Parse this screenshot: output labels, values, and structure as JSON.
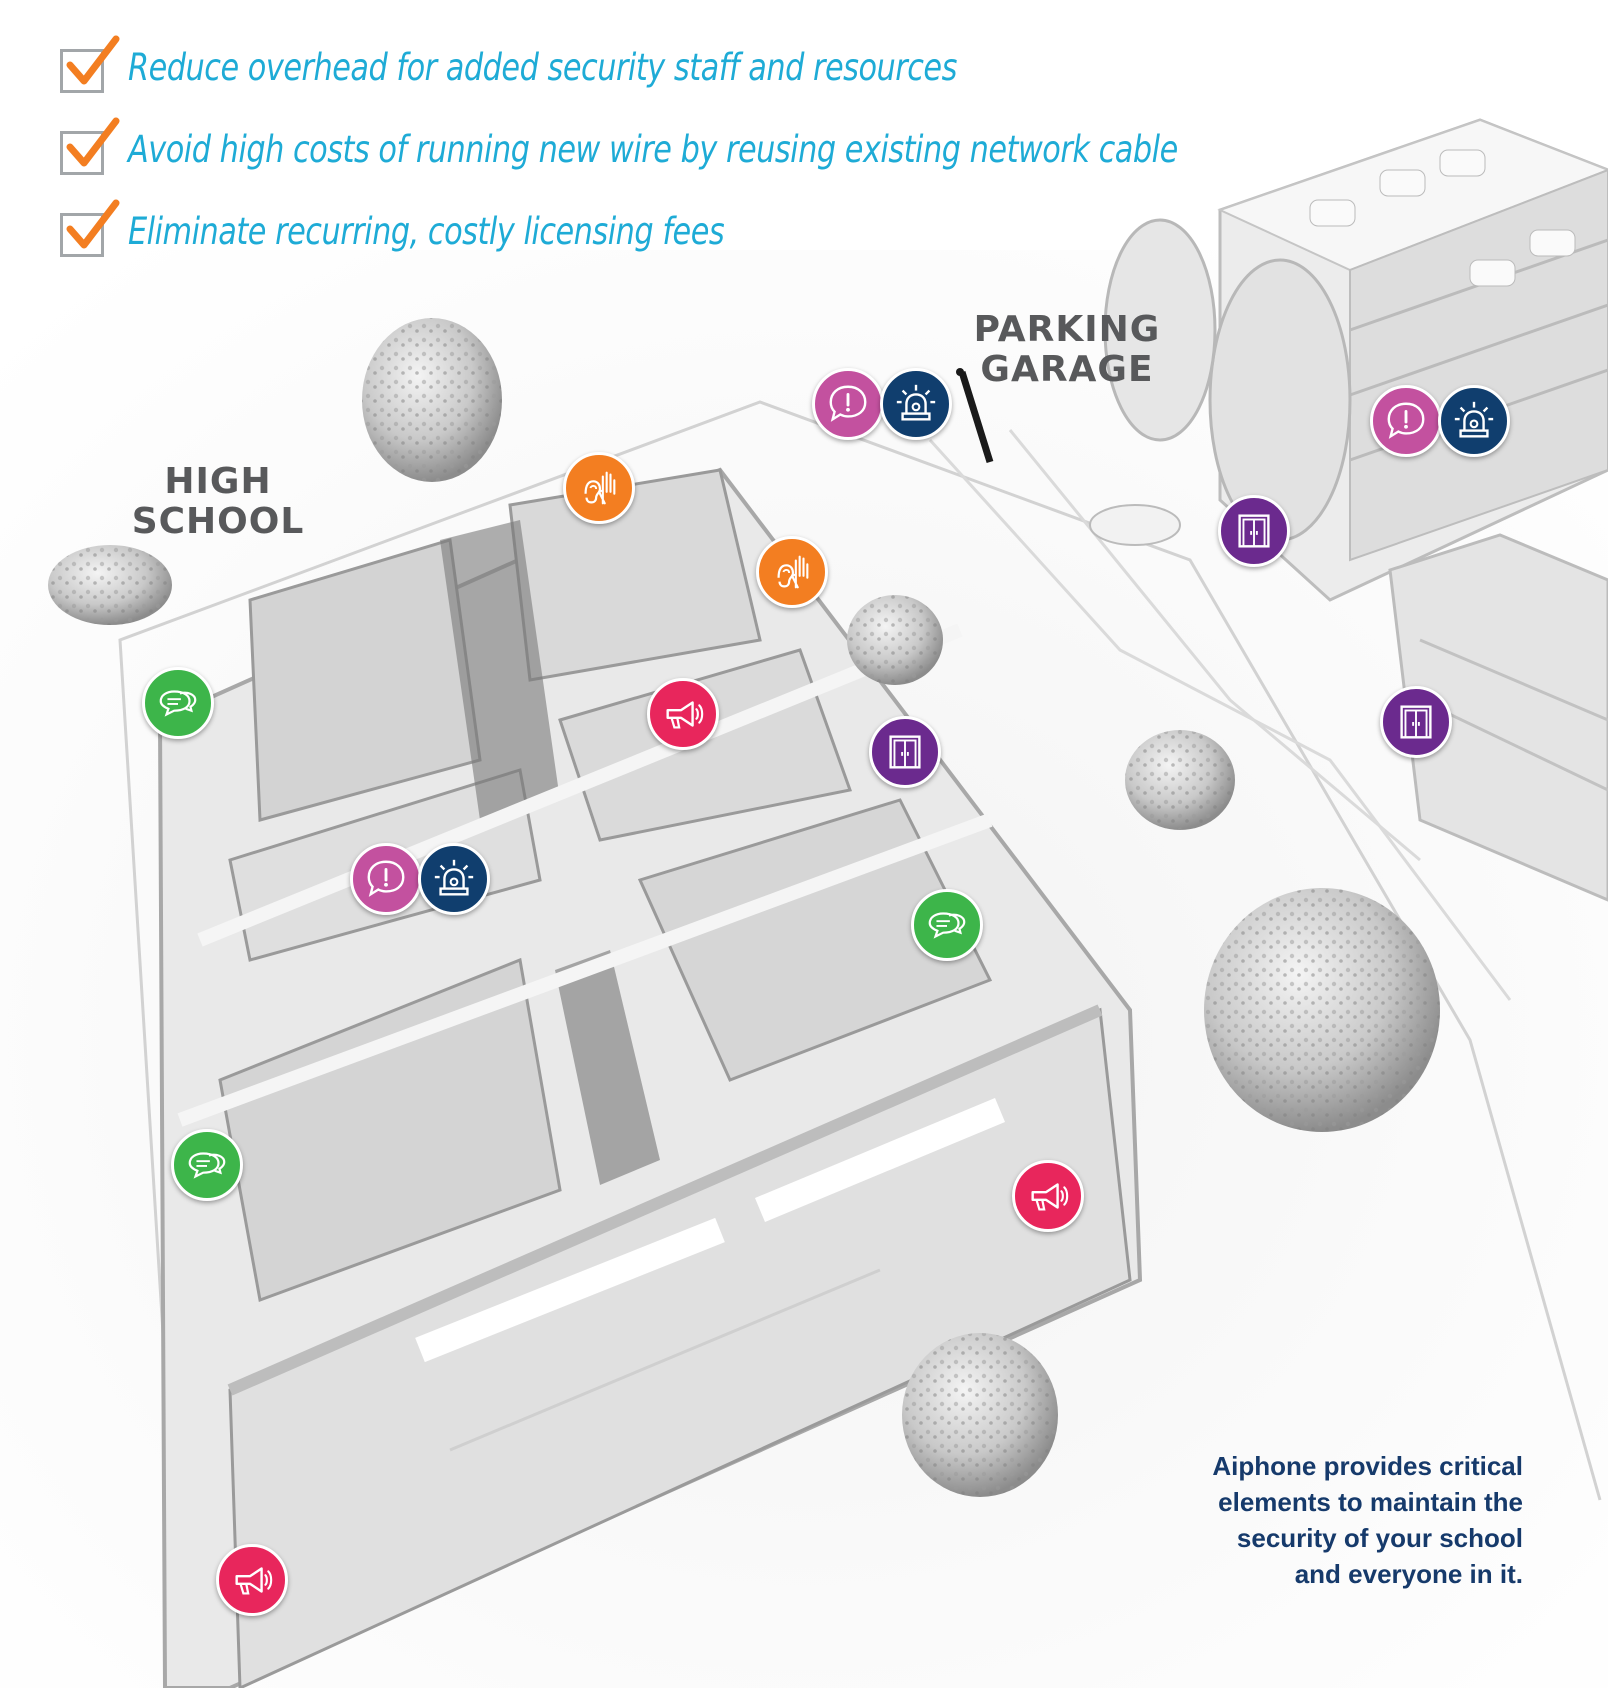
{
  "checklist": [
    {
      "text": "Reduce overhead for added security staff and resources"
    },
    {
      "text": "Avoid high costs of running new wire by reusing existing network cable"
    },
    {
      "text": "Eliminate recurring, costly licensing fees"
    }
  ],
  "labels": {
    "high_school": "HIGH\nSCHOOL",
    "parking_garage": "PARKING\nGARAGE"
  },
  "tagline": "Aiphone provides critical elements to maintain the security of your school and everyone in it.",
  "colors": {
    "check_text": "#1eabd6",
    "check_mark": "#f37e21",
    "label": "#58595b",
    "tagline": "#163a6b",
    "alert_magenta": "#c3519f",
    "beacon_navy": "#103e6e",
    "intercom_green": "#3db54a",
    "listen_orange": "#f37e21",
    "paging_red": "#e8265c",
    "door_purple": "#6b2a8e"
  },
  "icons": {
    "alert": "exclamation-speech-bubble-icon",
    "beacon": "alarm-beacon-icon",
    "intercom": "chat-bubbles-icon",
    "listen": "ear-hand-icon",
    "paging": "megaphone-icon",
    "door": "double-door-icon"
  }
}
